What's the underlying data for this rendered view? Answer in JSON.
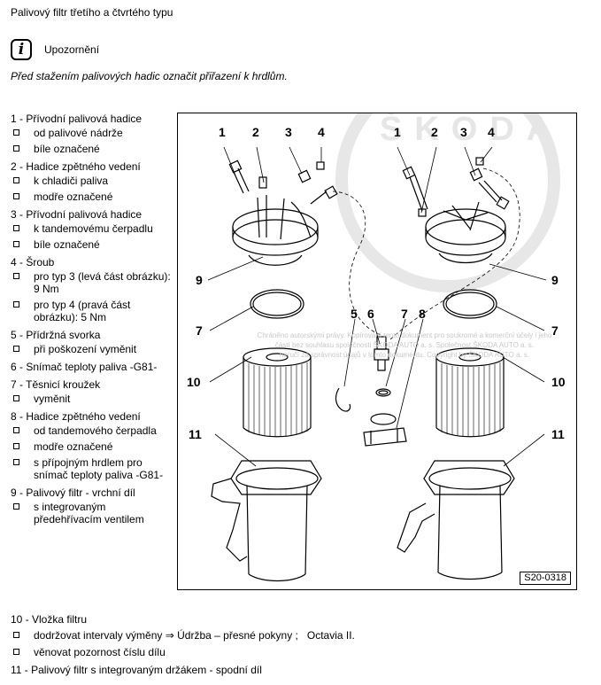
{
  "title": "Palivový filtr třetího a čtvrtého typu",
  "notice": {
    "title": "Upozornění",
    "text": "Před stažením palivových hadic označit přiřazení k hrdlům."
  },
  "legend": [
    {
      "label": "1 - Přívodní palivová hadice",
      "sub": [
        "od palivové nádrže",
        "bíle označené"
      ]
    },
    {
      "label": "2 - Hadice zpětného vedení",
      "sub": [
        "k chladiči paliva",
        "modře označené"
      ]
    },
    {
      "label": "3 - Přívodní palivová hadice",
      "sub": [
        "k tandemovému čerpadlu",
        "bíle označené"
      ]
    },
    {
      "label": "4 - Šroub",
      "sub": [
        "pro typ 3 (levá část obrázku): 9 Nm",
        "pro typ 4 (pravá část obrázku): 5 Nm"
      ]
    },
    {
      "label": "5 - Přídržná svorka",
      "sub": [
        "při poškození vyměnit"
      ]
    },
    {
      "label": "6 - Snímač teploty paliva -G81-",
      "sub": []
    },
    {
      "label": "7 - Těsnicí kroužek",
      "sub": [
        "vyměnit"
      ]
    },
    {
      "label": "8 - Hadice zpětného vedení",
      "sub": [
        "od tandemového čerpadla",
        "modře označené",
        "s přípojným hrdlem pro snímač teploty paliva -G81-"
      ]
    },
    {
      "label": "9 - Palivový filtr - vrchní díl",
      "sub": [
        "s integrovaným předehřívacím ventilem"
      ]
    }
  ],
  "bottom": {
    "item10": {
      "label": "10 - Vložka filtru",
      "sub1_main": "dodržovat intervaly výměny ⇒ Údržba – přesné pokyny ;",
      "sub1_extra": "Octavia II.",
      "sub2": "věnovat pozornost číslu dílu"
    },
    "item11": {
      "label": "11 - Palivový filtr s integrovaným držákem - spodní díl"
    }
  },
  "figure": {
    "code": "S20-0318",
    "watermark": [
      "Chráněno autorskými právy. Kopírování tento dokument pro soukromé a komerční účely i jeho",
      "částí bez souhlasu společnosti ŠKODA AUTO a. s. Společnost ŠKODA AUTO a. s.",
      "neručí za správnost údajů v tomto dokumentu. Copyright by ŠKODA AUTO a. s."
    ],
    "logo_text": "ŠKODA AUTO",
    "labels": {
      "l1": "1",
      "l2": "2",
      "l3": "3",
      "l4": "4",
      "r1": "1",
      "r2": "2",
      "r3": "3",
      "r4": "4",
      "c5": "5",
      "c6": "6",
      "c7": "7",
      "c8": "8",
      "l9": "9",
      "r9": "9",
      "l7": "7",
      "r7": "7",
      "l10": "10",
      "r10": "10",
      "l11": "11",
      "r11": "11"
    }
  }
}
